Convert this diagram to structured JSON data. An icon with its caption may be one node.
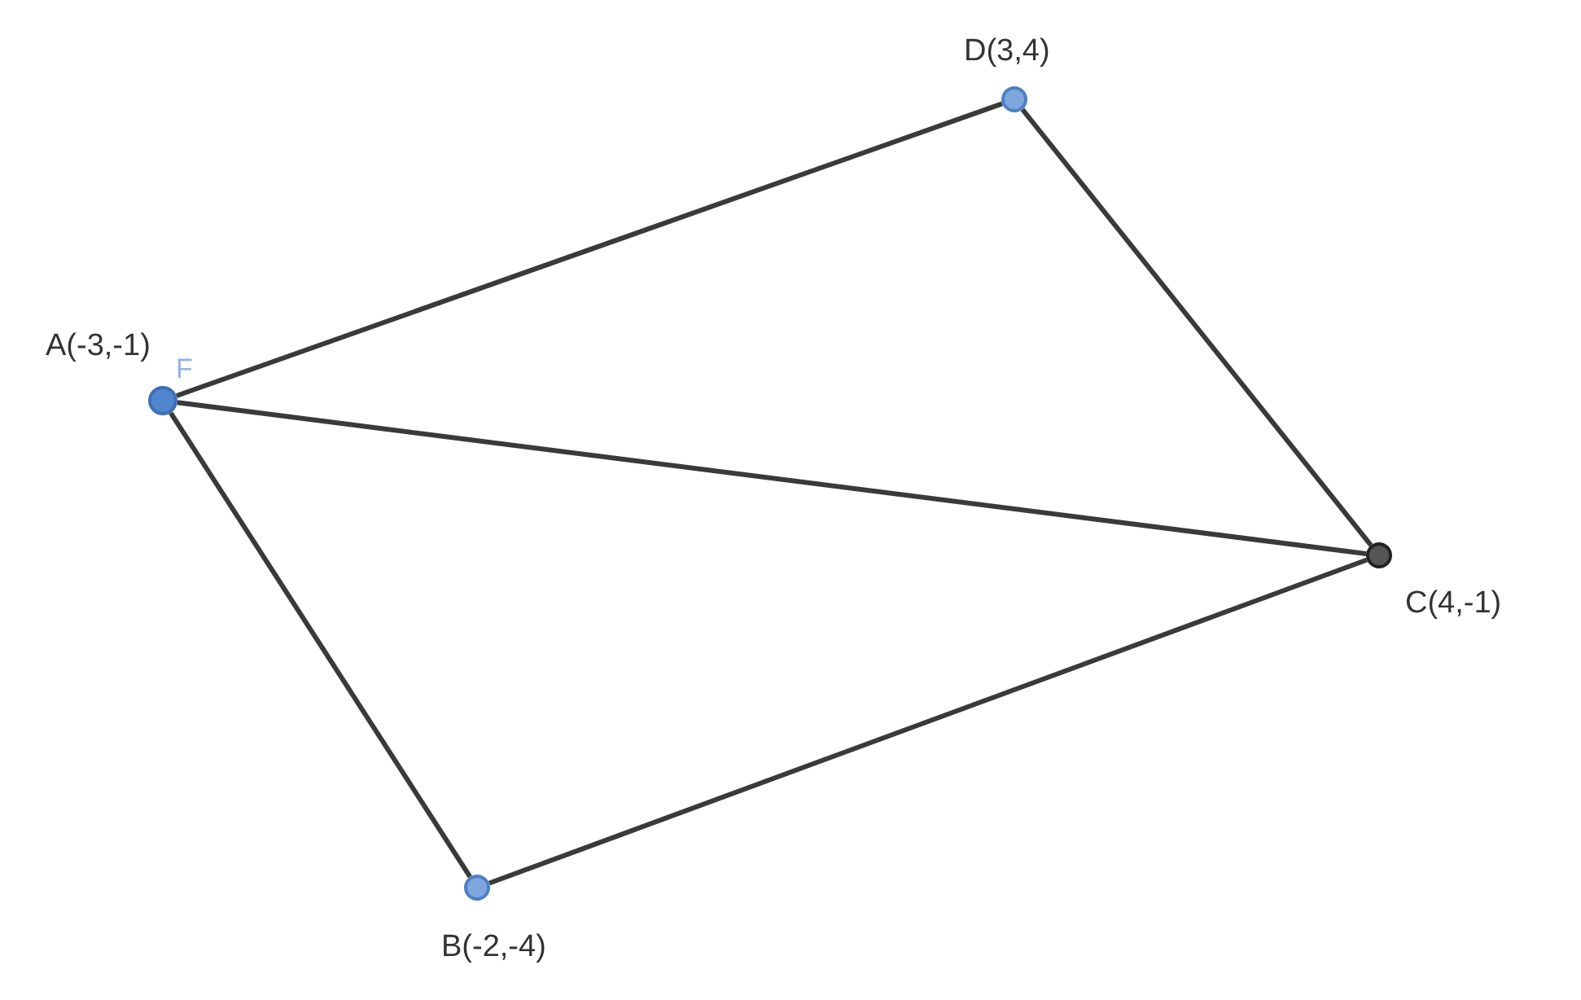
{
  "diagram": {
    "nodes": [
      {
        "text": [],
        "shape": "circle",
        "beside": [
          "D(3,4)"
        ]
      },
      {
        "text": [],
        "shape": "circle",
        "beside": [
          "A(-3,-1)"
        ]
      },
      {
        "text": [],
        "shape": "circle",
        "beside": [
          "C(4,-1)"
        ]
      },
      {
        "text": [],
        "shape": "circle",
        "beside": [
          "B(-2,-4)"
        ]
      }
    ],
    "edges": [
      {
        "from": 1,
        "to": 0,
        "arrow": "none"
      },
      {
        "from": 0,
        "to": 2,
        "arrow": "none"
      },
      {
        "from": 1,
        "to": 2,
        "arrow": "none"
      },
      {
        "from": 2,
        "to": 3,
        "arrow": "none"
      },
      {
        "from": 1,
        "to": 3,
        "arrow": "none"
      }
    ],
    "labels": [
      "F"
    ]
  }
}
